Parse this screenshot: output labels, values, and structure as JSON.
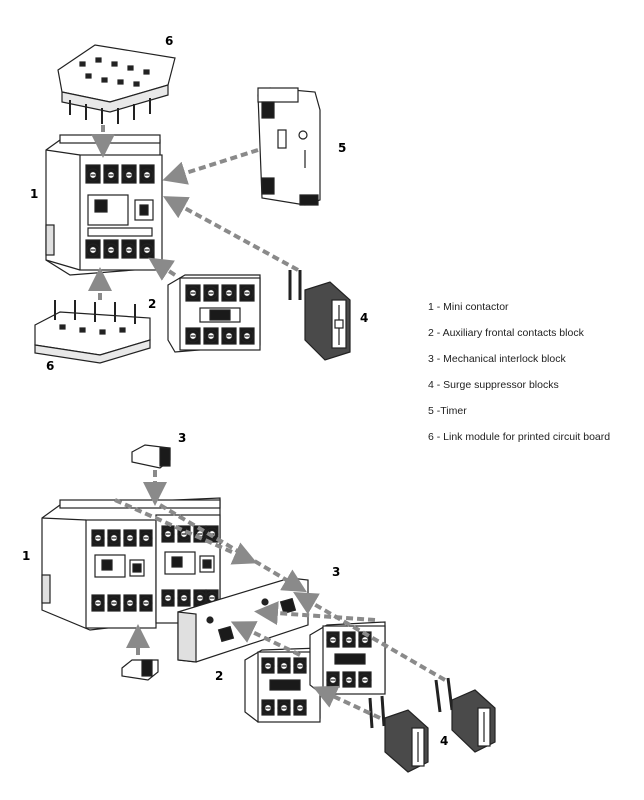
{
  "legend": [
    "1 - Mini  contactor",
    "2 - Auxiliary frontal contacts block",
    "3 - Mechanical interlock block",
    "4 - Surge suppressor blocks",
    "5 -Timer",
    "6 - Link module for printed circuit board"
  ],
  "top_labels": {
    "contactor": "1",
    "aux_block": "2",
    "suppressor": "4",
    "timer": "5",
    "link_top": "6",
    "link_bottom": "6"
  },
  "bottom_labels": {
    "contactor": "1",
    "interlock_top": "3",
    "interlock_right": "3",
    "aux_block": "2",
    "suppressor": "4"
  },
  "colors": {
    "line": "#222222",
    "fill": "#ffffff",
    "dark": "#1a1a1a",
    "arrow": "#8a8a8a"
  }
}
